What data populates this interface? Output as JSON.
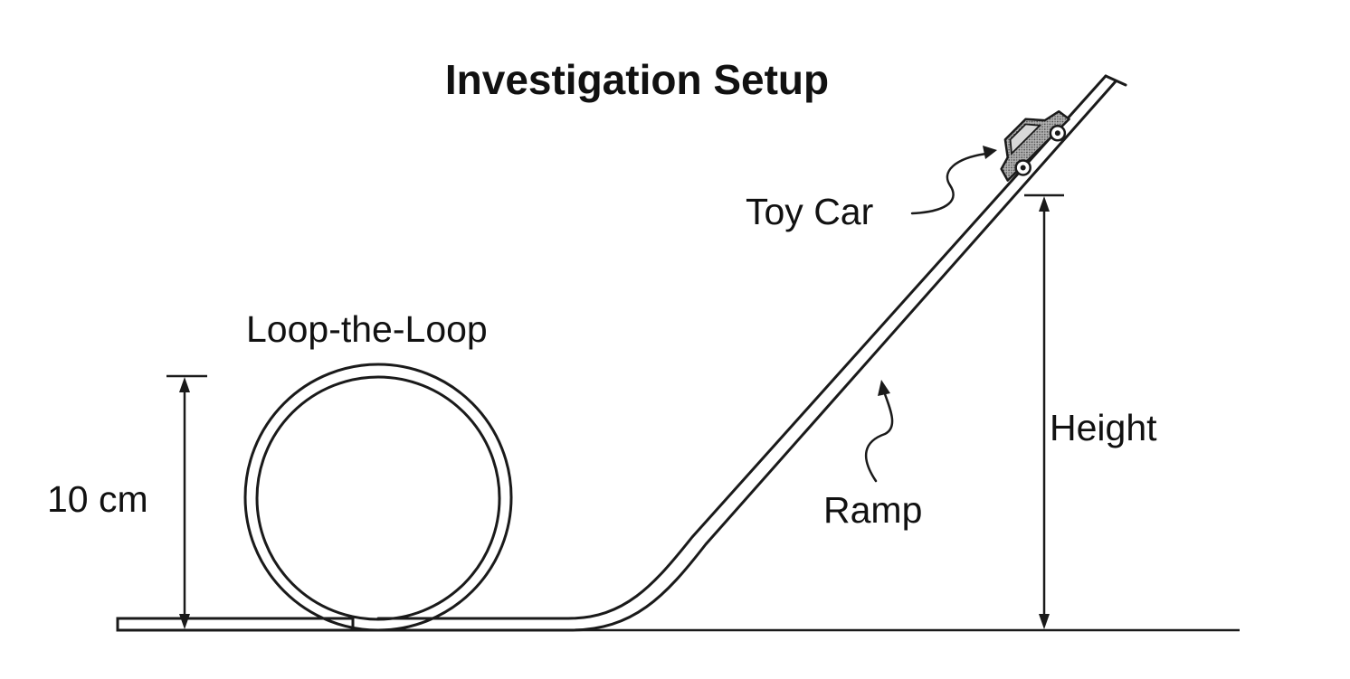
{
  "diagram": {
    "title": "Investigation Setup",
    "labels": {
      "toy_car": "Toy Car",
      "loop": "Loop-the-Loop",
      "loop_height": "10 cm",
      "height": "Height",
      "ramp": "Ramp"
    },
    "colors": {
      "ink": "#1a1a1a",
      "background": "#ffffff",
      "car_fill": "#9a9a9a"
    }
  }
}
